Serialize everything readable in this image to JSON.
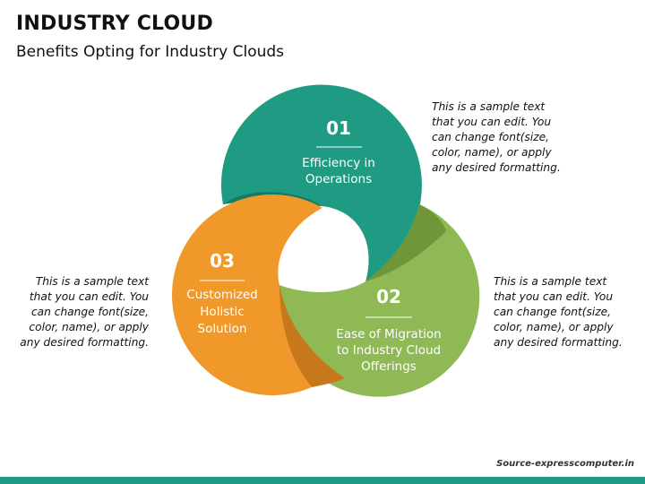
{
  "header": {
    "title": "INDUSTRY CLOUD",
    "subtitle": "Benefits Opting for Industry Clouds"
  },
  "items": [
    {
      "number": "01",
      "label_lines": [
        "Efficiency in",
        "Operations"
      ],
      "color": "#1e9b82",
      "description": "This is a sample text that you can edit. You can change font(size, color, name), or apply any desired formatting."
    },
    {
      "number": "02",
      "label_lines": [
        "Ease of Migration",
        "to Industry Cloud",
        "Offerings"
      ],
      "color": "#8fb954",
      "description": "This is a sample text that you can edit. You can change font(size, color, name), or apply any desired formatting."
    },
    {
      "number": "03",
      "label_lines": [
        "Customized",
        "Holistic",
        "Solution"
      ],
      "color": "#f0992a",
      "description": "This is a sample text that you can edit. You can change font(size, color, name), or apply any desired formatting."
    }
  ],
  "footer": {
    "source": "Source-expresscomputer.in"
  }
}
